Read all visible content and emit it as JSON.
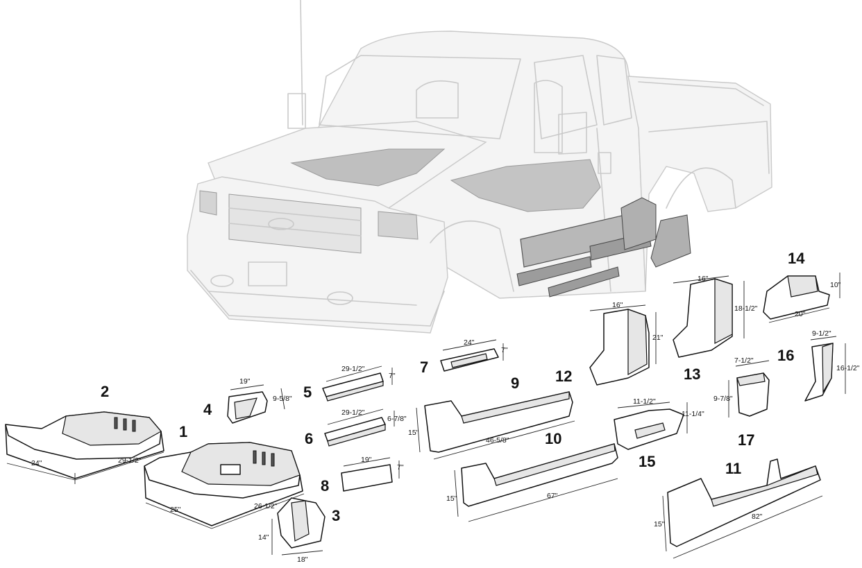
{
  "parts": [
    {
      "id": "1",
      "label": "1",
      "dims": [
        "25\"",
        "26-1/2\""
      ]
    },
    {
      "id": "2",
      "label": "2",
      "dims": [
        "24\"",
        "29-1/2\""
      ]
    },
    {
      "id": "3",
      "label": "3",
      "dims": [
        "14\"",
        "18\""
      ]
    },
    {
      "id": "4",
      "label": "4",
      "dims": [
        "19\"",
        "9-5/8\""
      ]
    },
    {
      "id": "5",
      "label": "5",
      "dims": [
        "29-1/2\"",
        "7\""
      ]
    },
    {
      "id": "6",
      "label": "6",
      "dims": [
        "29-1/2\"",
        "6-7/8\""
      ]
    },
    {
      "id": "7",
      "label": "7",
      "dims": [
        "24\"",
        "7\""
      ]
    },
    {
      "id": "8",
      "label": "8",
      "dims": [
        "19\"",
        "7\""
      ]
    },
    {
      "id": "9",
      "label": "9",
      "dims": [
        "15\"",
        "46-5/8\""
      ]
    },
    {
      "id": "10",
      "label": "10",
      "dims": [
        "15\"",
        "67\""
      ]
    },
    {
      "id": "11",
      "label": "11",
      "dims": [
        "15\"",
        "82\""
      ]
    },
    {
      "id": "12",
      "label": "12",
      "dims": [
        "16\"",
        "21\""
      ]
    },
    {
      "id": "13",
      "label": "13",
      "dims": [
        "16\"",
        "18-1/2\""
      ]
    },
    {
      "id": "14",
      "label": "14",
      "dims": [
        "10\"",
        "20\""
      ]
    },
    {
      "id": "15",
      "label": "15",
      "dims": [
        "11-1/2\"",
        "11-1/4\""
      ]
    },
    {
      "id": "16",
      "label": "16",
      "dims": [
        "9-1/2\"",
        "16-1/2\""
      ]
    },
    {
      "id": "17",
      "label": "17",
      "dims": [
        "7-1/2\"",
        "9-7/8\""
      ]
    }
  ],
  "colors": {
    "truck_line": "#c9c9c9",
    "part_line": "#111111",
    "part_shade": "#e6e6e6"
  }
}
